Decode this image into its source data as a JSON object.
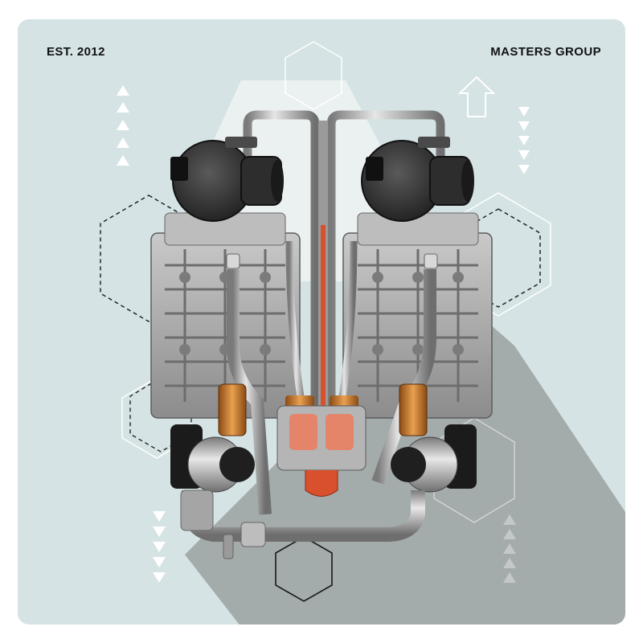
{
  "header": {
    "left_text": "EST. 2012",
    "right_text": "MASTERS GROUP"
  },
  "image": {
    "subject": "twin-turbo engine illustration",
    "icons": [
      "triangle-arrow-up-icon",
      "triangle-arrow-down-icon",
      "arrow-up-outline-icon",
      "hexagon-outline-icon",
      "hexagon-dashed-icon"
    ]
  },
  "colors": {
    "background": "#d5e3e5",
    "shadow": "#9ea4a4",
    "metal": "#a9a9a9",
    "dark_metal": "#2a2a2a",
    "copper": "#c8782a",
    "accent_red": "#d9502d",
    "text": "#111111"
  }
}
